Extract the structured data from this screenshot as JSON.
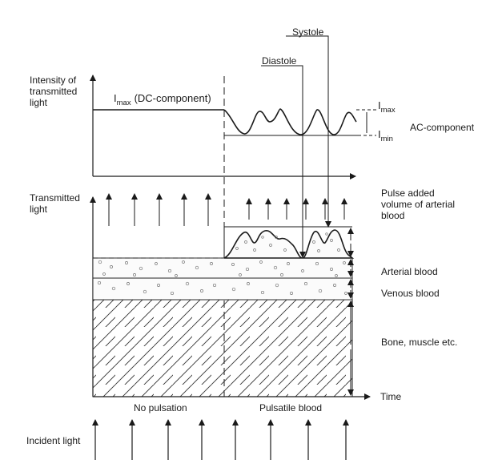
{
  "labels": {
    "intensity": [
      "Intensity of",
      "transmitted",
      "light"
    ],
    "imax_main": "I",
    "imax_main_sub": "max",
    "dc_component": "(DC-component)",
    "systole": "Systole",
    "diastole": "Diastole",
    "imax_right": "I",
    "imax_right_sub": "max",
    "imin_right": "I",
    "imin_right_sub": "min",
    "ac_component": "AC-component",
    "transmitted": [
      "Transmitted",
      "light"
    ],
    "pulse_added": [
      "Pulse added",
      "volume of arterial",
      "blood"
    ],
    "arterial": "Arterial blood",
    "venous": "Venous blood",
    "bone": "Bone, muscle etc.",
    "time": "Time",
    "no_pulsation": "No pulsation",
    "pulsatile": "Pulsatile blood",
    "incident": "Incident light"
  }
}
